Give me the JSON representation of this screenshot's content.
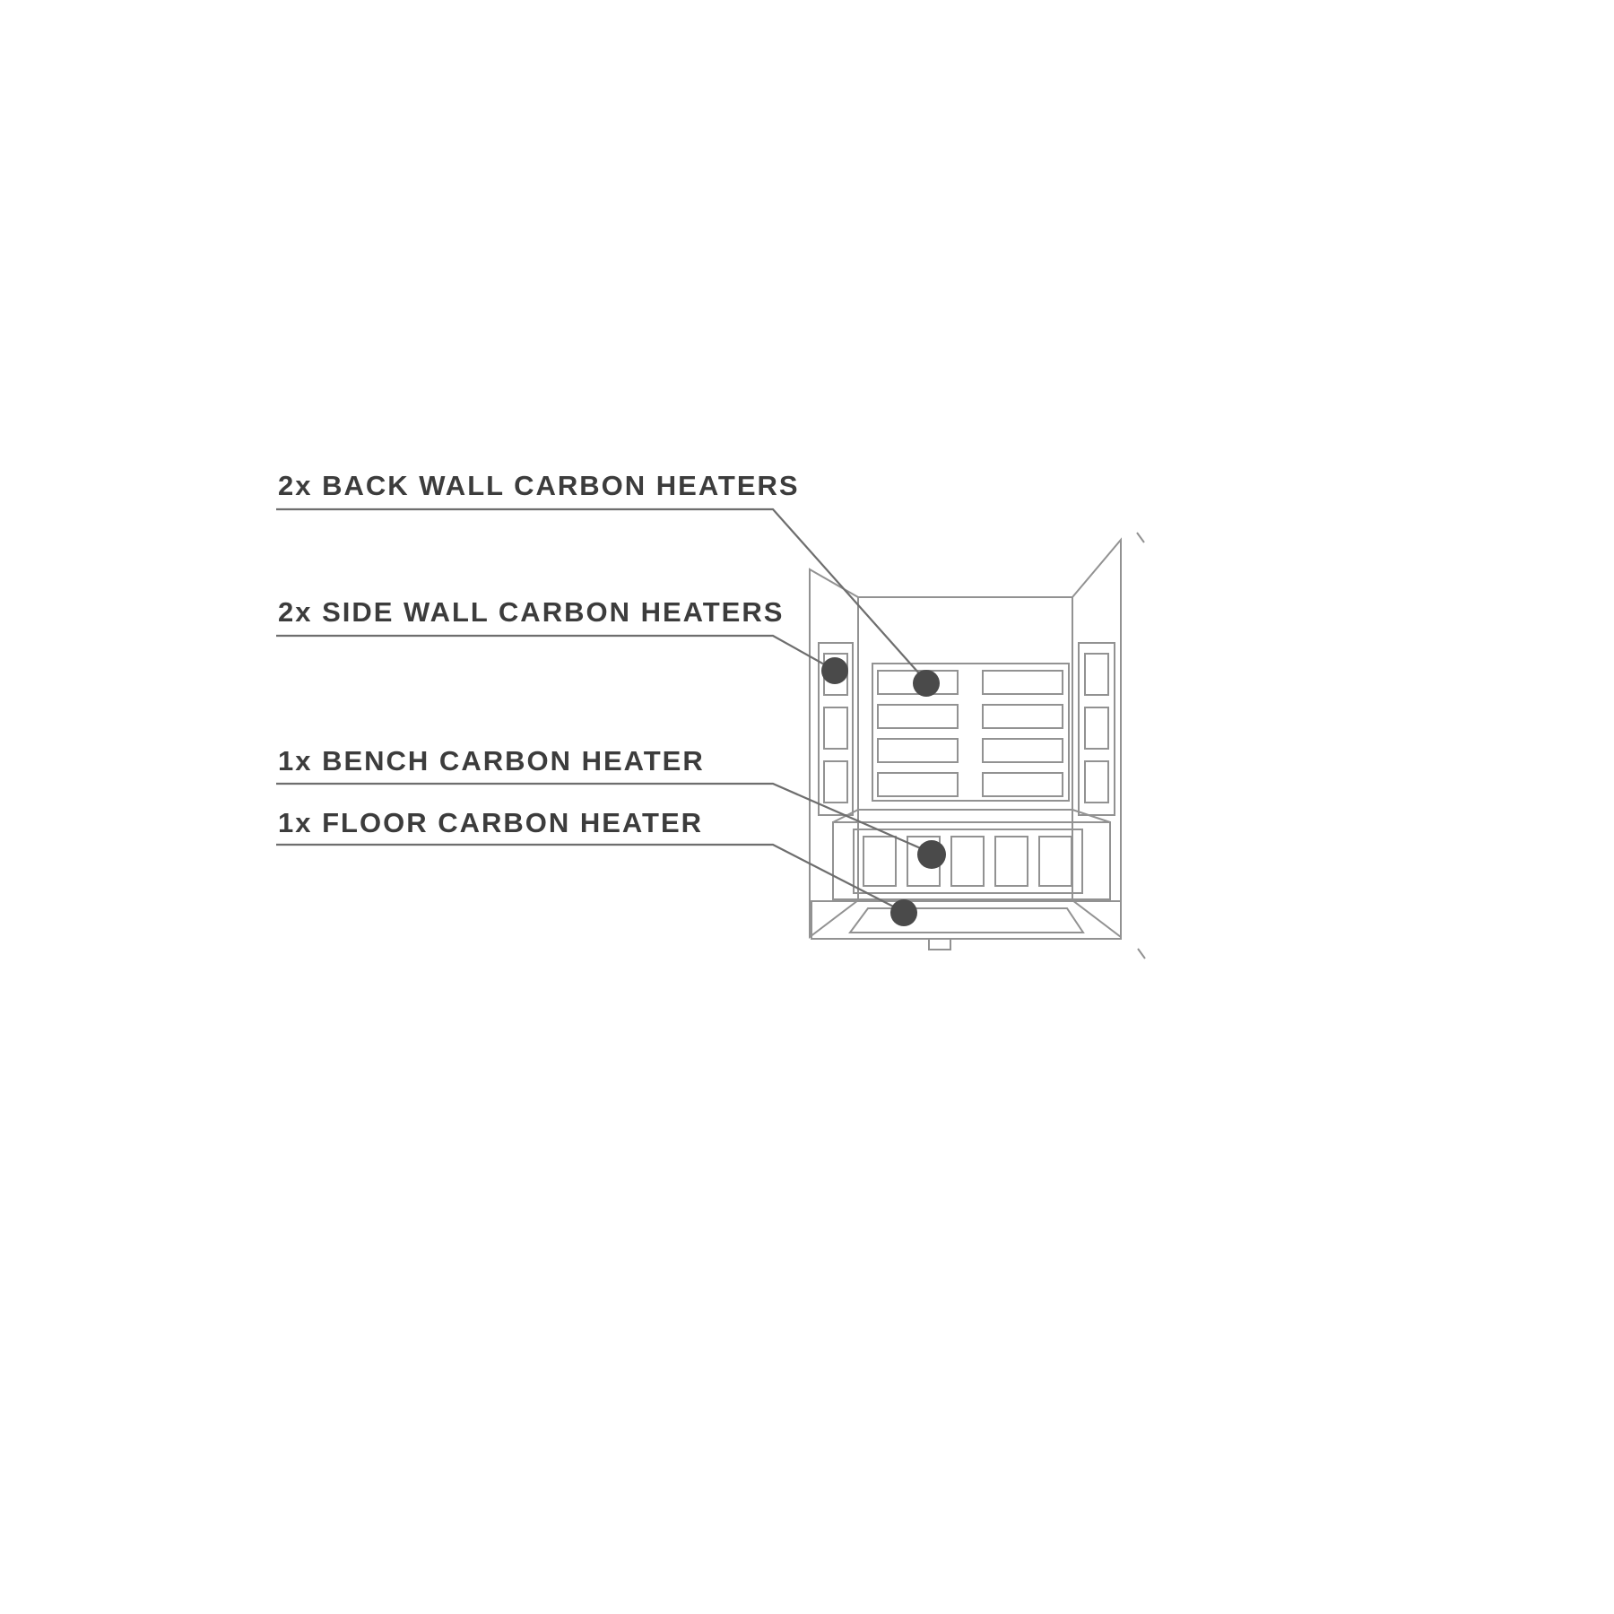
{
  "diagram": {
    "colors": {
      "line": "#929292",
      "leader": "#6e6e6e",
      "text": "#3c3c3c",
      "dot": "#4a4a4a",
      "background": "#ffffff"
    },
    "labels": [
      {
        "id": "back-wall",
        "text": "2x BACK WALL CARBON HEATERS"
      },
      {
        "id": "side-wall",
        "text": "2x SIDE WALL CARBON HEATERS"
      },
      {
        "id": "bench",
        "text": "1x BENCH CARBON HEATER"
      },
      {
        "id": "floor",
        "text": "1x FLOOR CARBON HEATER"
      }
    ]
  }
}
